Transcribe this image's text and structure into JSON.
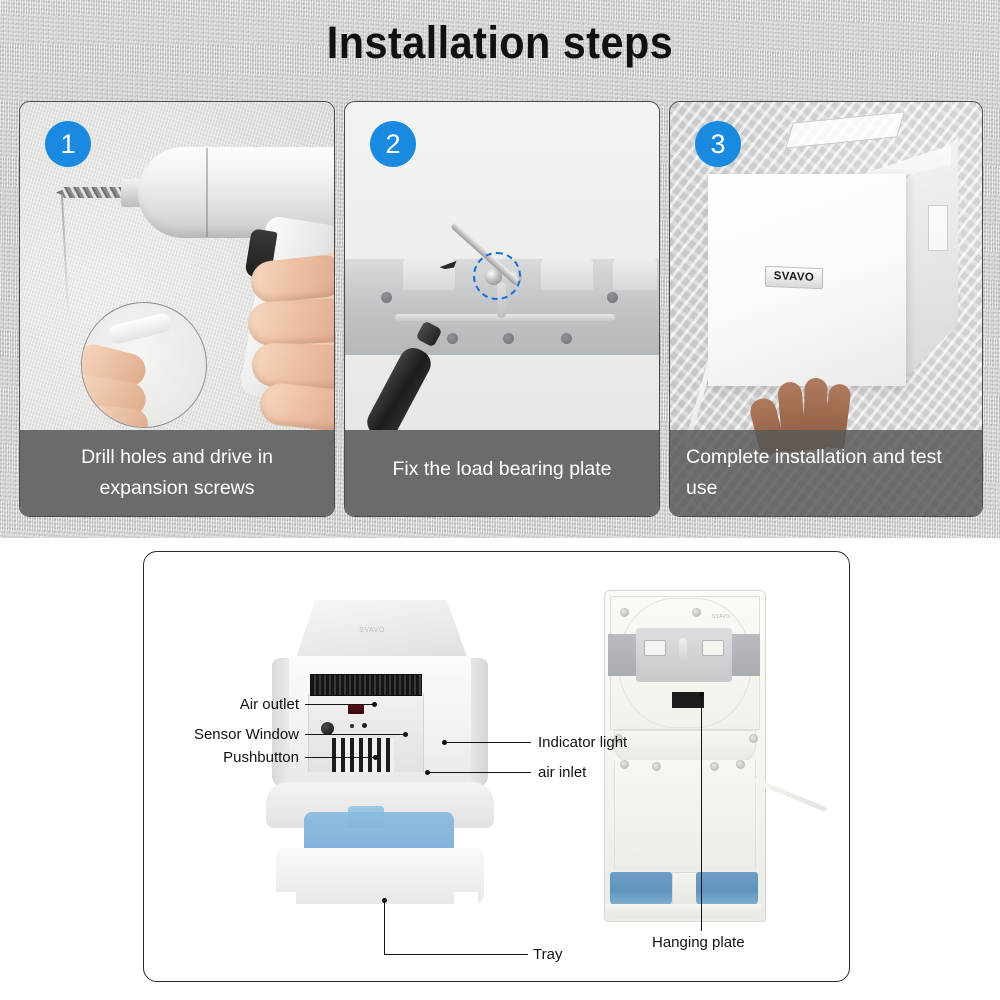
{
  "header": {
    "title": "Installation steps"
  },
  "steps": [
    {
      "number": "1",
      "caption": "Drill holes and drive in expansion screws",
      "photo_name": "drill-wall-photo"
    },
    {
      "number": "2",
      "caption": "Fix the load bearing plate",
      "photo_name": "screwdriver-plate-photo"
    },
    {
      "number": "3",
      "caption": "Complete installation and test use",
      "photo_name": "installed-dryer-photo"
    }
  ],
  "brand": {
    "name": "SVAVO"
  },
  "diagram": {
    "front_view_labels": [
      {
        "text": "Air outlet",
        "side": "left"
      },
      {
        "text": "Sensor Window",
        "side": "left"
      },
      {
        "text": "Pushbutton",
        "side": "left"
      },
      {
        "text": "Indicator light",
        "side": "right"
      },
      {
        "text": "air inlet",
        "side": "right"
      },
      {
        "text": "Tray",
        "side": "bottom"
      }
    ],
    "back_view_labels": [
      {
        "text": "Hanging plate",
        "side": "bottom"
      }
    ]
  },
  "colors": {
    "badge_blue": "#1a8ae0",
    "caption_gray": "#6b6b6b",
    "background_gray": "#cfcfcf",
    "tray_blue": "#6e9fc6",
    "label_black": "#121212"
  }
}
